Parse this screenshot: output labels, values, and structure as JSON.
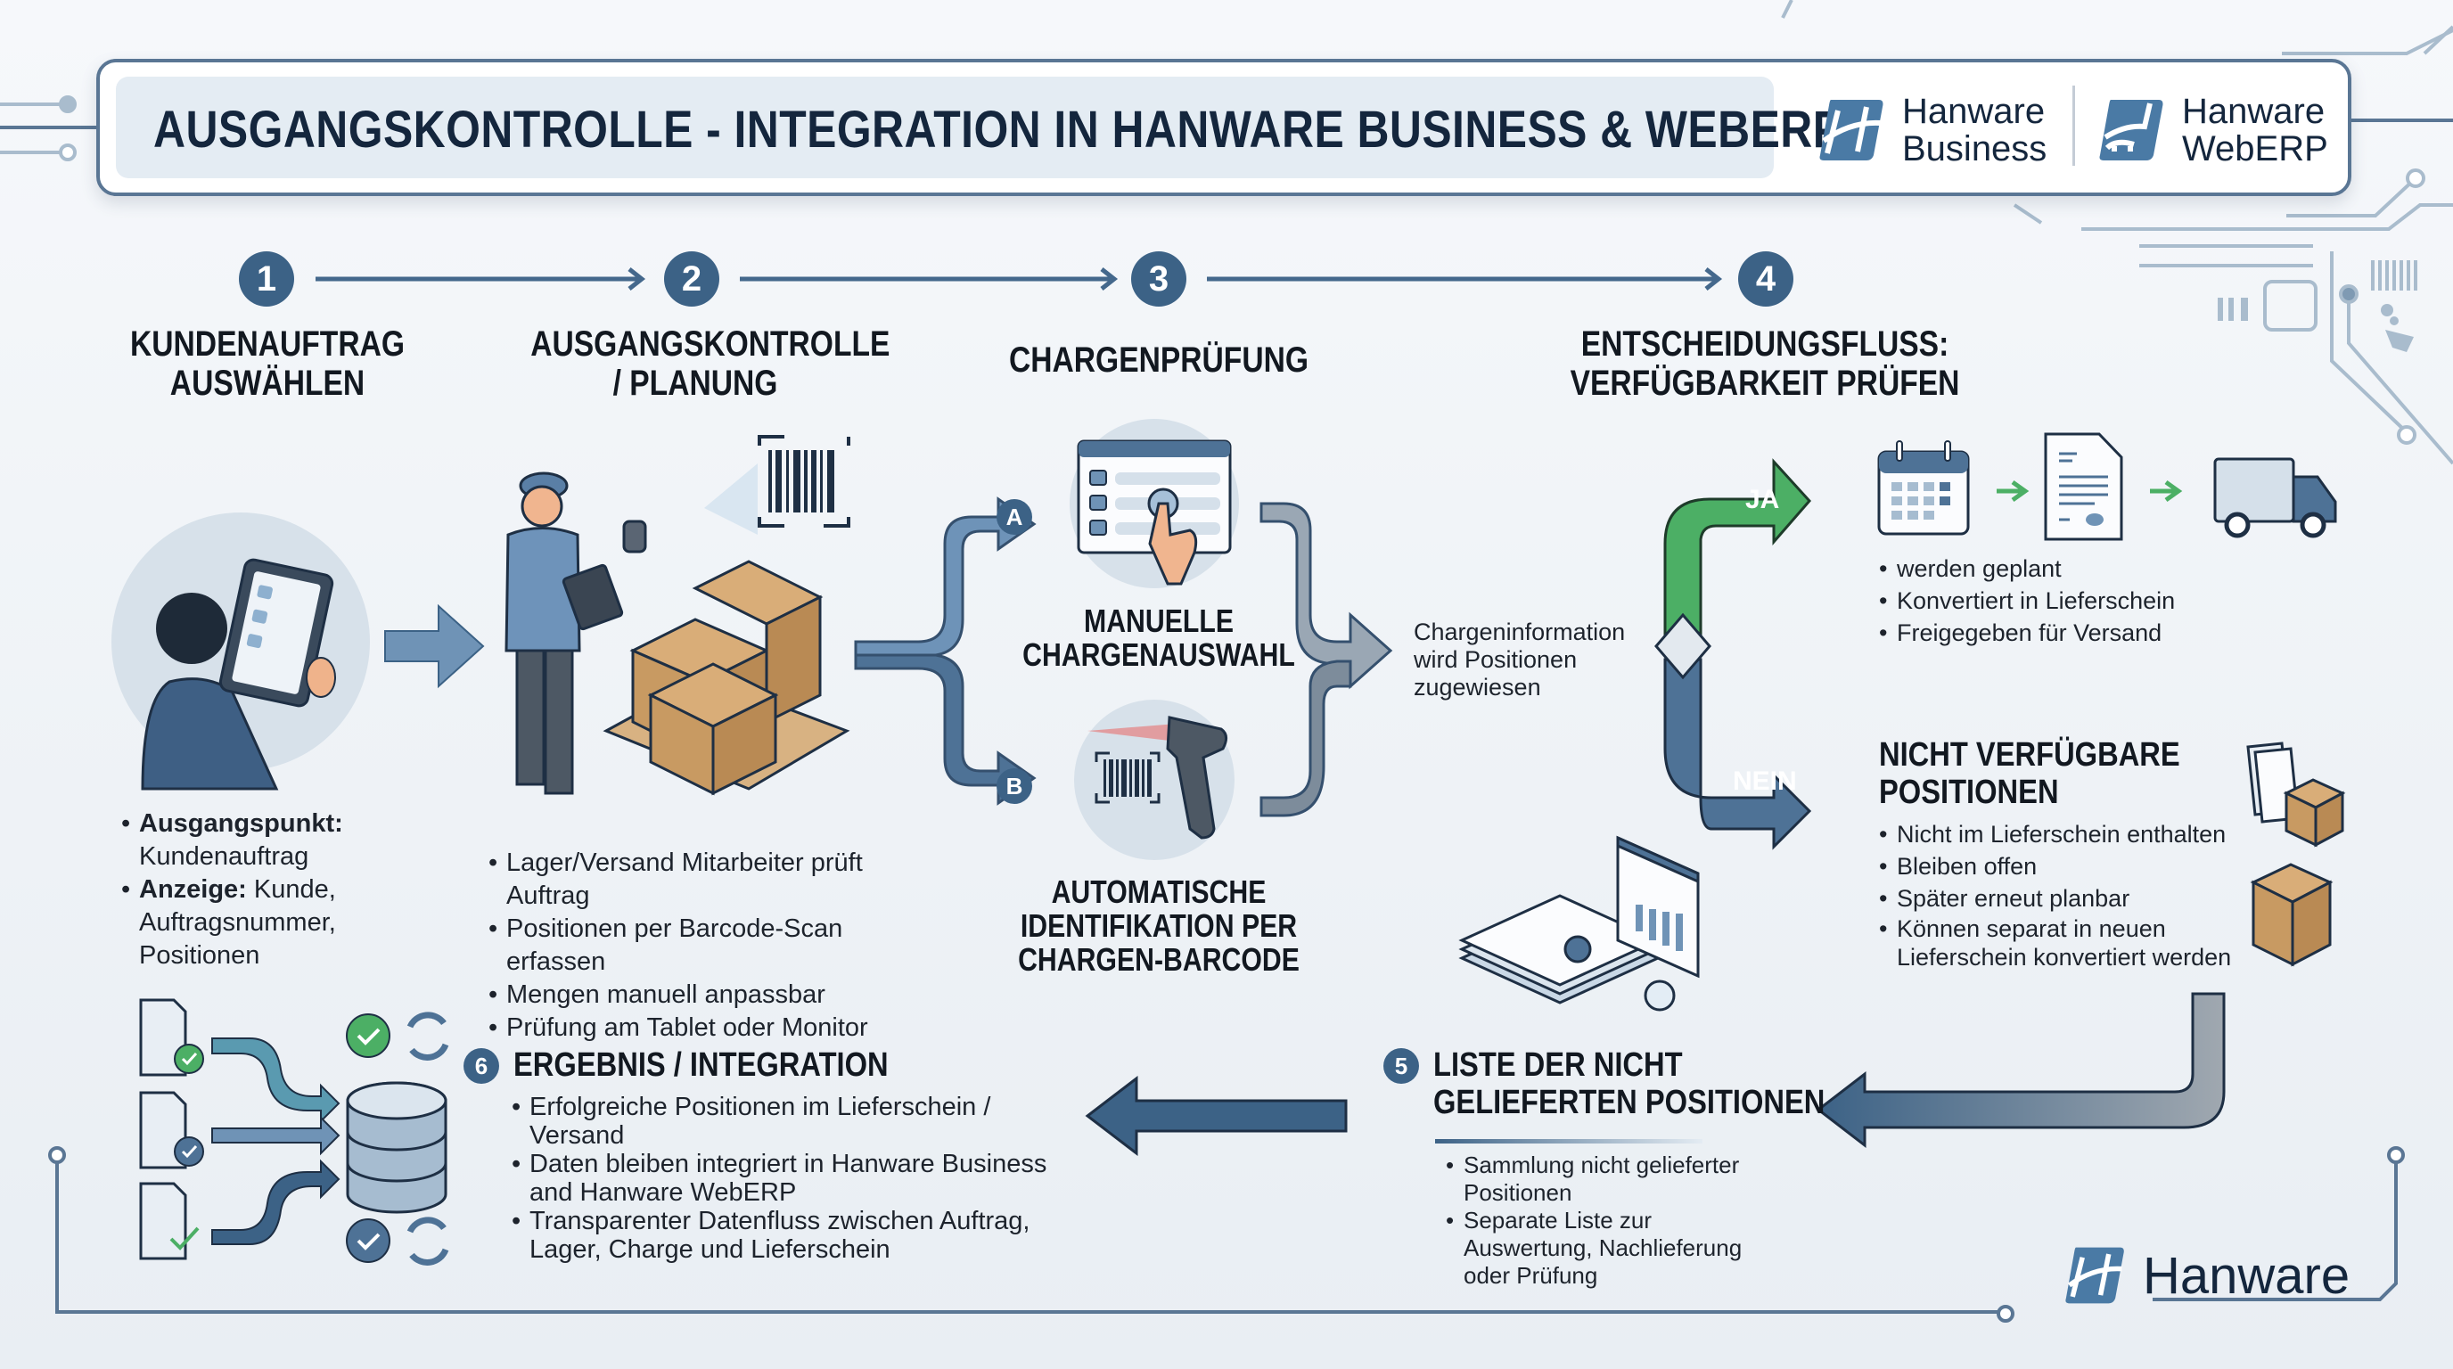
{
  "header": {
    "title": "AUSGANGSKONTROLLE - INTEGRATION IN HANWARE BUSINESS & WEBERP",
    "logos": [
      {
        "line1": "Hanware",
        "line2": "Business",
        "icon": "hanware-business-logo"
      },
      {
        "line1": "Hanware",
        "line2": "WebERP",
        "icon": "hanware-weberp-logo"
      }
    ]
  },
  "colors": {
    "primary": "#3c6286",
    "dark_text": "#14263d",
    "green": "#4caf65",
    "box": "#c89a62",
    "gray_arrow": "#8d99a6"
  },
  "steps": [
    {
      "number": "1",
      "title_line1": "KUNDENAUFTRAG",
      "title_line2": "AUSWÄHLEN"
    },
    {
      "number": "2",
      "title_line1": "AUSGANGSKONTROLLE",
      "title_line2": "/ PLANUNG"
    },
    {
      "number": "3",
      "title_line1": "CHARGENPRÜFUNG",
      "title_line2": ""
    },
    {
      "number": "4",
      "title_line1": "ENTSCHEIDUNGSFLUSS:",
      "title_line2": "VERFÜGBARKEIT PRÜFEN"
    }
  ],
  "step1": {
    "bullets": [
      {
        "bold": "Ausgangspunkt:",
        "text": "Kundenauftrag"
      },
      {
        "bold": "Anzeige:",
        "text": " Kunde, Auftragsnummer, Positionen"
      }
    ]
  },
  "step2": {
    "bullets": [
      "Lager/Versand Mitarbeiter prüft Auftrag",
      "Positionen per Barcode-Scan erfassen",
      "Mengen manuell anpassbar",
      "Prüfung am Tablet oder Monitor"
    ]
  },
  "step3": {
    "option_a": {
      "badge": "A",
      "line1": "MANUELLE",
      "line2": "CHARGENAUSWAHL"
    },
    "option_b": {
      "badge": "B",
      "line1": "AUTOMATISCHE",
      "line2": "IDENTIFIKATION PER",
      "line3": "CHARGEN-BARCODE"
    },
    "result_text": [
      "Chargeninformation",
      "wird Positionen",
      "zugewiesen"
    ]
  },
  "step4": {
    "yes_label": "JA",
    "no_label": "NEIN",
    "yes_bullets": [
      "werden geplant",
      "Konvertiert in Lieferschein",
      "Freigegeben für Versand"
    ],
    "no_title_line1": "NICHT VERFÜGBARE",
    "no_title_line2": "POSITIONEN",
    "no_bullets": [
      "Nicht im Lieferschein enthalten",
      "Bleiben offen",
      "Später erneut planbar",
      "Können separat in neuen Lieferschein konvertiert werden"
    ]
  },
  "step5": {
    "number": "5",
    "title_line1": "LISTE DER NICHT",
    "title_line2": "GELIEFERTEN POSITIONEN",
    "bullets": [
      "Sammlung nicht gelieferter Positionen",
      "Separate Liste zur Auswertung, Nachlieferung oder Prüfung"
    ]
  },
  "step6": {
    "number": "6",
    "title": "ERGEBNIS / INTEGRATION",
    "bullets": [
      "Erfolgreiche Positionen im Lieferschein / Versand",
      "Daten bleiben integriert in Hanware Business and Hanware WebERP",
      "Transparenter Datenfluss zwischen Auftrag, Lager, Charge und Lieferschein"
    ]
  },
  "footer": {
    "brand": "Hanware"
  }
}
